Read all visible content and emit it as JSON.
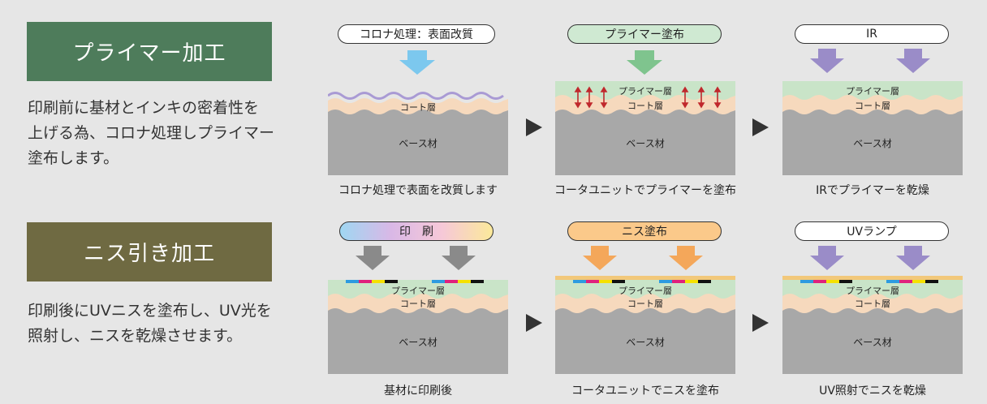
{
  "row1": {
    "title": "プライマー加工",
    "desc_line1": "印刷前に基材とインキの密着性を",
    "desc_line2": "上げる為、コロナ処理しプライマー",
    "desc_line3": "塗布します。",
    "steps": [
      {
        "pill": "コロナ処理：表面改質",
        "caption": "コロナ処理で表面を改質します"
      },
      {
        "pill": "プライマー塗布",
        "caption": "コータユニットでプライマーを塗布"
      },
      {
        "pill": "IR",
        "caption": "IRでプライマーを乾燥"
      }
    ]
  },
  "row2": {
    "title": "ニス引き加工",
    "desc_line1": "印刷後にUVニスを塗布し、UV光を",
    "desc_line2": "照射し、ニスを乾燥させます。",
    "steps": [
      {
        "pill": "印　刷",
        "caption": "基材に印刷後"
      },
      {
        "pill": "ニス塗布",
        "caption": "コータユニットでニスを塗布"
      },
      {
        "pill": "UVランプ",
        "caption": "UV照射でニスを乾燥"
      }
    ]
  },
  "labels": {
    "primer_layer": "プライマー層",
    "coat_layer": "コート層",
    "base": "ベース材"
  },
  "colors": {
    "row1_title_bg": "#4e7c5b",
    "row2_title_bg": "#6f6a42",
    "corona_arrow": "#7cc8ee",
    "primer_arrow": "#7fc48e",
    "lamp_arrow": "#9a8cc8",
    "print_arrow": "#8a8a8a",
    "varnish_arrow": "#f4a75a",
    "primer_layer": "#c9e4c8",
    "coat_layer": "#f6d9bd",
    "base": "#a8a8a8",
    "varnish_pill": "#fbc98a",
    "varnish_layer": "#f2c87a"
  }
}
